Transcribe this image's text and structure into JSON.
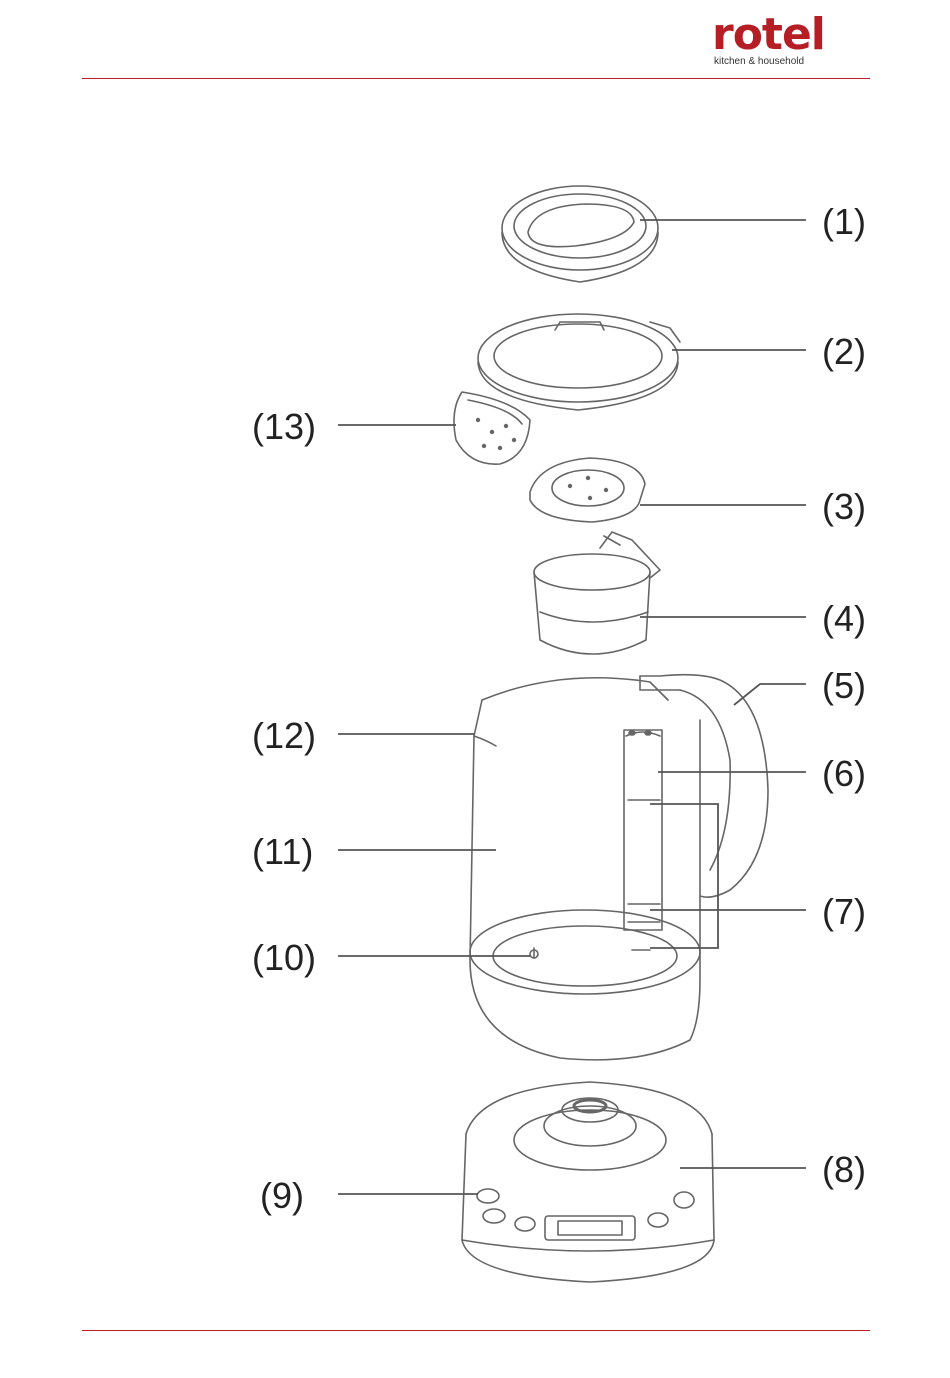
{
  "header": {
    "brand": "rotel",
    "tagline": "kitchen & household"
  },
  "callouts": {
    "c1": "(1)",
    "c2": "(2)",
    "c3": "(3)",
    "c4": "(4)",
    "c5": "(5)",
    "c6": "(6)",
    "c7": "(7)",
    "c8": "(8)",
    "c9": "(9)",
    "c10": "(10)",
    "c11": "(11)",
    "c12": "(12)",
    "c13": "(13)"
  },
  "colors": {
    "brand": "#b41e24",
    "line": "#555555"
  }
}
